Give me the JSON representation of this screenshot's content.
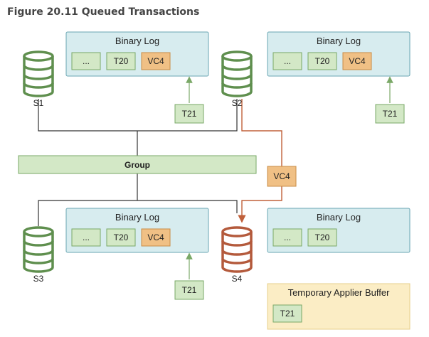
{
  "figure": {
    "title": "Figure 20.11 Queued Transactions"
  },
  "colors": {
    "log_fill": "#d7ecef",
    "log_border": "#6aa6b3",
    "green_fill": "#d3e8c6",
    "green_border": "#7aa867",
    "orange_fill": "#f0c085",
    "orange_border": "#c98c46",
    "buffer_fill": "#fbedc5",
    "buffer_border": "#e7cf8b",
    "server_green": "#5f8f4e",
    "server_red": "#b45a3c",
    "line_dark": "#333333",
    "line_orange": "#c0603a"
  },
  "icons": {
    "server": "database-cylinder-icon",
    "arrow": "arrow-up-icon"
  },
  "servers": [
    {
      "label": "S1",
      "color": "green"
    },
    {
      "label": "S2",
      "color": "green"
    },
    {
      "label": "S3",
      "color": "green"
    },
    {
      "label": "S4",
      "color": "red"
    }
  ],
  "binary_logs": [
    {
      "title": "Binary Log",
      "items": [
        "...",
        "T20",
        "VC4"
      ]
    },
    {
      "title": "Binary Log",
      "items": [
        "...",
        "T20",
        "VC4"
      ]
    },
    {
      "title": "Binary Log",
      "items": [
        "...",
        "T20",
        "VC4"
      ]
    },
    {
      "title": "Binary Log",
      "items": [
        "...",
        "T20"
      ]
    }
  ],
  "incoming_transactions": [
    "T21",
    "T21",
    "T21"
  ],
  "group": {
    "label": "Group"
  },
  "in_transit": {
    "label": "VC4"
  },
  "buffer": {
    "title": "Temporary Applier Buffer",
    "items": [
      "T21"
    ]
  }
}
